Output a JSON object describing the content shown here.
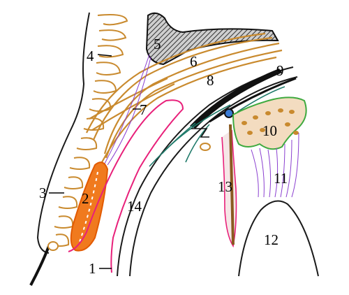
{
  "labels": {
    "l1": "1",
    "l2": "2",
    "l3": "3",
    "l4": "4",
    "l5": "5",
    "l6": "6",
    "l7": "7",
    "l8": "8",
    "l9": "9",
    "l10": "10",
    "l11": "11",
    "l12": "12",
    "l13": "13",
    "l14": "14"
  },
  "colors": {
    "outline": "#1a1a1a",
    "tendon_brown": "#c98a2e",
    "tarsal_orange": "#f07a1e",
    "conjunctiva_pink": "#e8207a",
    "vessel_purple": "#8a3fd0",
    "bone_hatch": "#333333",
    "teal_line": "#1f7a6a",
    "green_edge": "#3faa3f"
  }
}
